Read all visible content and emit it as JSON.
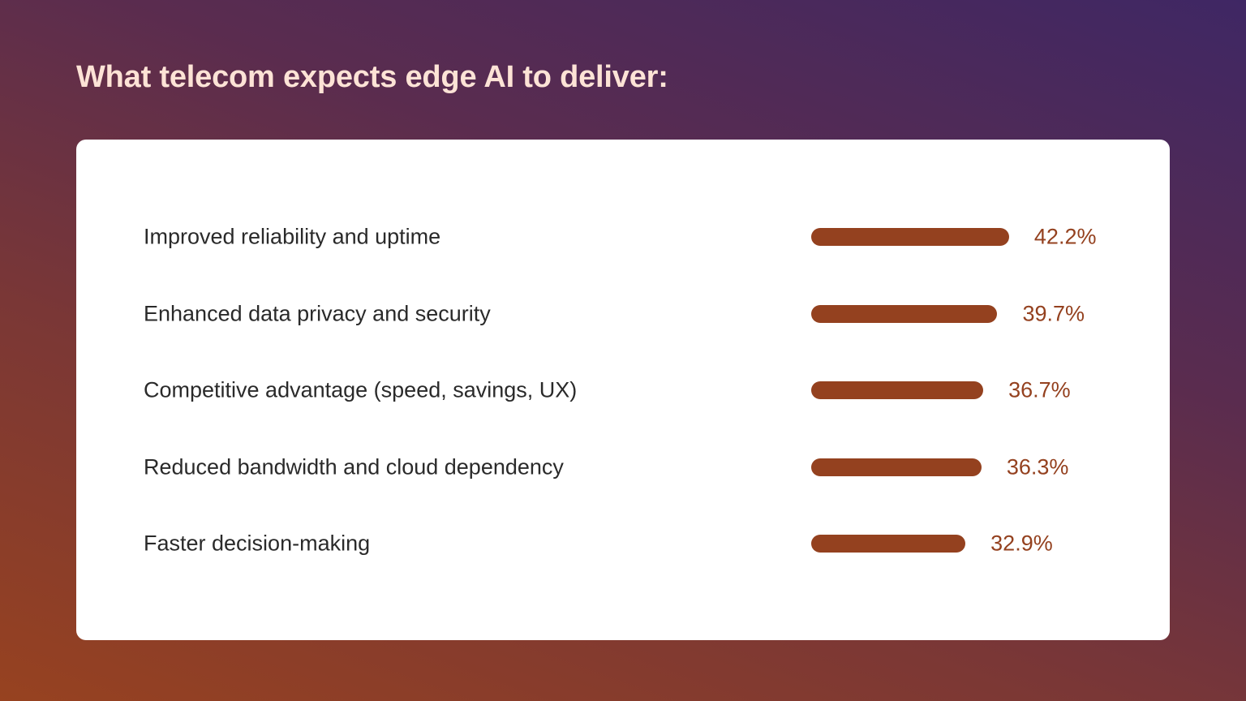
{
  "title": "What telecom expects edge AI to deliver:",
  "colors": {
    "bar": "#94411f",
    "value_text": "#94411f",
    "title_text": "#fde3d6",
    "label_text": "#2a2a2a",
    "card": "#ffffff"
  },
  "chart_data": {
    "type": "bar",
    "orientation": "horizontal",
    "title": "What telecom expects edge AI to deliver:",
    "categories": [
      "Improved reliability and uptime",
      "Enhanced data privacy and security",
      "Competitive advantage (speed, savings, UX)",
      "Reduced bandwidth and cloud dependency",
      "Faster decision-making"
    ],
    "values": [
      42.2,
      39.7,
      36.7,
      36.3,
      32.9
    ],
    "value_labels": [
      "42.2%",
      "39.7%",
      "36.7%",
      "36.3%",
      "32.9%"
    ],
    "unit": "%",
    "grid": false,
    "legend": "none"
  }
}
